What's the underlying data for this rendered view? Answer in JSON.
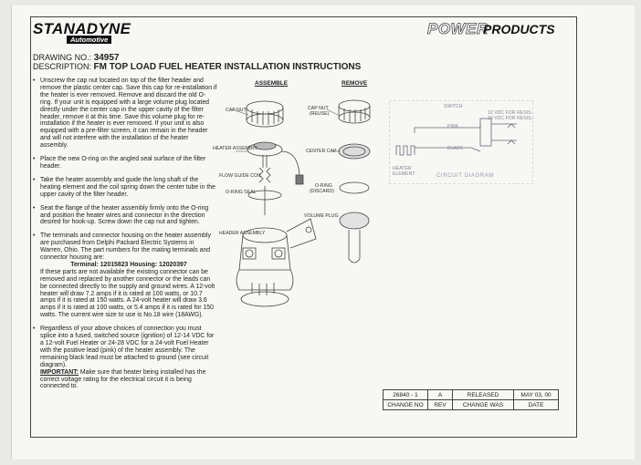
{
  "header": {
    "brand": "STANADYNE",
    "brand_sub": "Automotive",
    "power": "POWER",
    "products": "PRODUCTS",
    "drawing_label": "DRAWING NO.:",
    "drawing_no": "34957",
    "description_label": "DESCRIPTION:",
    "description": "FM TOP LOAD FUEL HEATER INSTALLATION INSTRUCTIONS"
  },
  "instructions": [
    "Unscrew the cap nut located on top of the filter header and remove the plastic center cap. Save this cap for re-installation if the heater is ever removed. Remove and discard the old O-ring. If your unit is equipped with a large volume plug located directly under the center cap in the upper cavity of the filter header, remove it at this time. Save this volume plug for re-installation if the heater is ever removed. If your unit is also equipped with a pre-filter screen, it can remain in the header and will not interfere with the installation of the heater assembly.",
    "Place the new O-ring on the angled seal surface of the filter header.",
    "Take the heater assembly and guide the long shaft of the heating element and the coil spring down the center tube in the upper cavity of the filter header.",
    "Seat the flange of the heater assembly firmly onto the O-ring and position the heater wires and connector in the direction desired for hook-up. Screw down the cap nut and tighten."
  ],
  "terminal_intro": "The terminals and connector housing on the heater assembly are purchased from Delphi Packard Electric Systems in Warren, Ohio. The part numbers for the mating terminals and connector housing are:",
  "part_numbers": "Terminal: 12015823     Housing: 12020397",
  "terminal_body": "If these parts are not available the existing connector can be removed and replaced by another connector or the leads can be connected directly to the supply and ground wires. A 12-volt heater will draw 7.2 amps if it is rated at 100 watts, or 10.7 amps if it is rated at 150 watts. A 24-volt heater will draw 3.6 amps if it is rated at 100 watts, or 5.4 amps if it is rated for 150 watts. The current wire size to use is No.18 wire (18AWG).",
  "power_text": "Regardless of your above choices of connection you must splice into a fused, switched source (ignition) of 12-14 VDC for a 12-volt Fuel Heater or 24-28 VDC for a 24-volt Fuel Heater with the positive lead (pink) of the heater assembly. The remaining black lead must be attached to ground (see circuit diagram).",
  "important_label": "IMPORTANT:",
  "important_text": "Make sure that heater being installed has the correct voltage rating for the electrical circuit it is being connected to.",
  "diagram": {
    "assemble": "ASSEMBLE",
    "remove": "REMOVE",
    "cap_nut": "CAP NUT",
    "cap_nut_reuse": "CAP NUT",
    "reuse": "(REUSE)",
    "heater_assembly": "HEATER ASSEMBLY",
    "center_cap": "CENTER CAP",
    "flow_guide_coil": "FLOW GUIDE COIL",
    "o_ring_seal": "O-RING SEAL",
    "o_ring": "O-RING",
    "discard": "(DISCARD)",
    "volume_plug": "VOLUME PLUG",
    "header_assembly": "HEADER ASSEMBLY"
  },
  "circuit": {
    "switch": "SWITCH",
    "v12": "12 VDC FOR RESIS..",
    "v24": "24 VDC FOR RESIS..",
    "pink": "PINK",
    "black": "BLACK",
    "heater_element": "HEATER ELEMENT",
    "title": "CIRCUIT DIAGRAM"
  },
  "revision": {
    "values": [
      "26840 - 1",
      "A",
      "RELEASED",
      "MAY 03, 00"
    ],
    "headers": [
      "CHANGE NO",
      "REV",
      "CHANGE WAS",
      "DATE"
    ]
  }
}
